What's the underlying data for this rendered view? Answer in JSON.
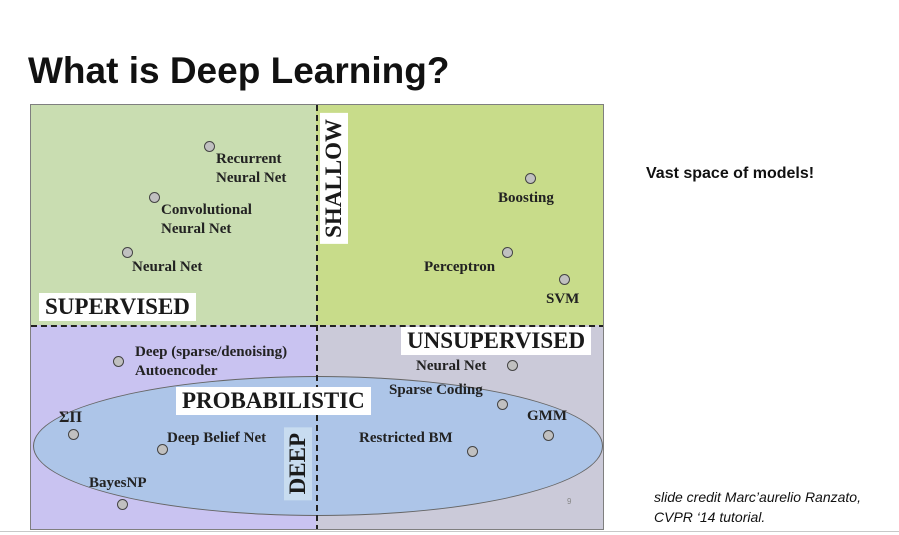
{
  "slide": {
    "title": "What is Deep Learning?",
    "side_note": "Vast space of models!",
    "credit_line1": "slide credit Marc’aurelio Ranzato,",
    "credit_line2": "CVPR ‘14 tutorial."
  },
  "diagram": {
    "quadrant_colors": {
      "top_left": "#c9ddb1",
      "top_right": "#c8dc8a",
      "bottom_left": "#c9c3f1",
      "bottom_right": "#cbcad9",
      "ellipse": "#adc5e8"
    },
    "axes": {
      "supervised": "SUPERVISED",
      "unsupervised": "UNSUPERVISED",
      "shallow": "SHALLOW",
      "deep": "DEEP",
      "probabilistic": "PROBABILISTIC"
    },
    "models": {
      "recurrent_line1": "Recurrent",
      "recurrent_line2": "Neural Net",
      "convolutional_line1": "Convolutional",
      "convolutional_line2": "Neural Net",
      "neural_net_supervised": "Neural Net",
      "boosting": "Boosting",
      "perceptron": "Perceptron",
      "svm": "SVM",
      "autoencoder_line1": "Deep (sparse/denoising)",
      "autoencoder_line2": "Autoencoder",
      "neural_net_unsupervised": "Neural Net",
      "sparse_coding": "Sparse Coding",
      "gmm": "GMM",
      "sum_product": "ΣΠ",
      "deep_belief_net": "Deep Belief Net",
      "restricted_bm": "Restricted BM",
      "bayesnp": "BayesNP"
    },
    "page_number": "9"
  }
}
